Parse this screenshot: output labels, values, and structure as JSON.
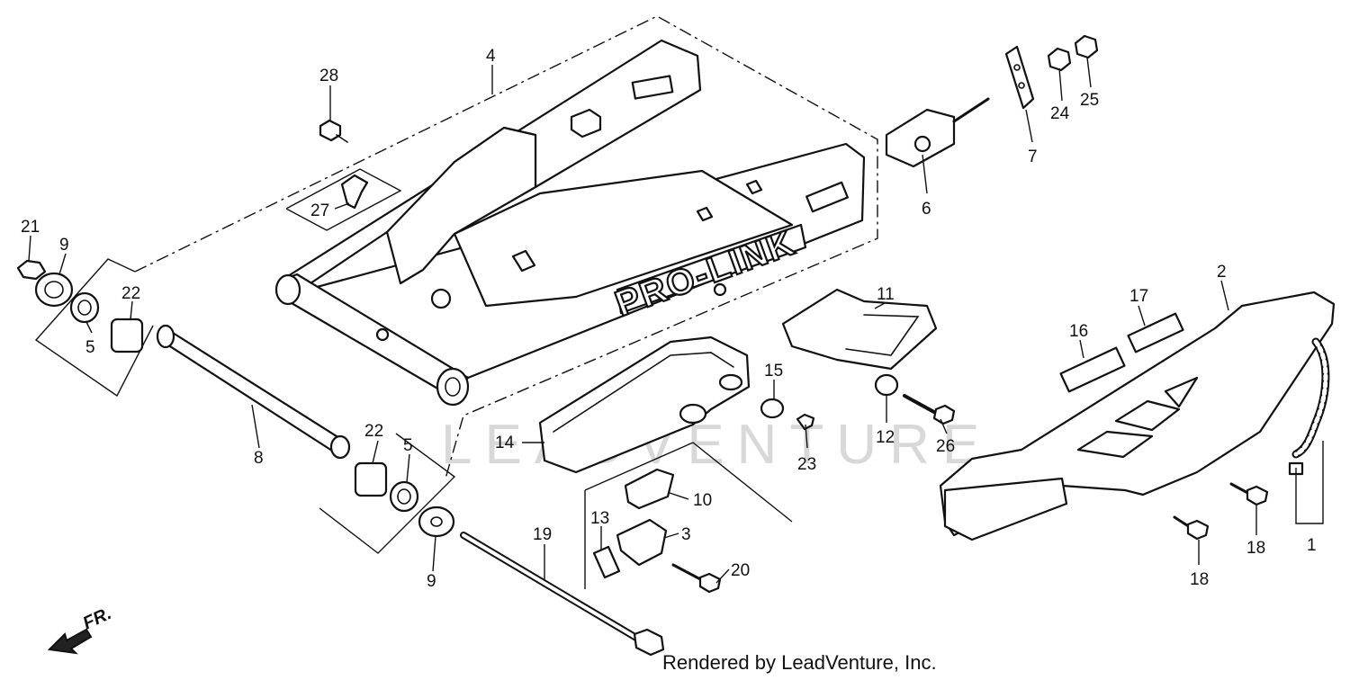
{
  "diagram": {
    "brand_text": "PRO-LINK",
    "watermark": "LEADVENTURE",
    "direction_label": "FR.",
    "credit": "Rendered by LeadVenture, Inc.",
    "callouts": {
      "c1": "1",
      "c2": "2",
      "c3": "3",
      "c4": "4",
      "c5a": "5",
      "c5b": "5",
      "c6": "6",
      "c7": "7",
      "c8": "8",
      "c9a": "9",
      "c9b": "9",
      "c10": "10",
      "c11": "11",
      "c12": "12",
      "c13": "13",
      "c14": "14",
      "c15": "15",
      "c16": "16",
      "c17": "17",
      "c18a": "18",
      "c18b": "18",
      "c19": "19",
      "c20": "20",
      "c21": "21",
      "c22a": "22",
      "c22b": "22",
      "c23": "23",
      "c24": "24",
      "c25": "25",
      "c26": "26",
      "c27": "27",
      "c28": "28"
    }
  }
}
